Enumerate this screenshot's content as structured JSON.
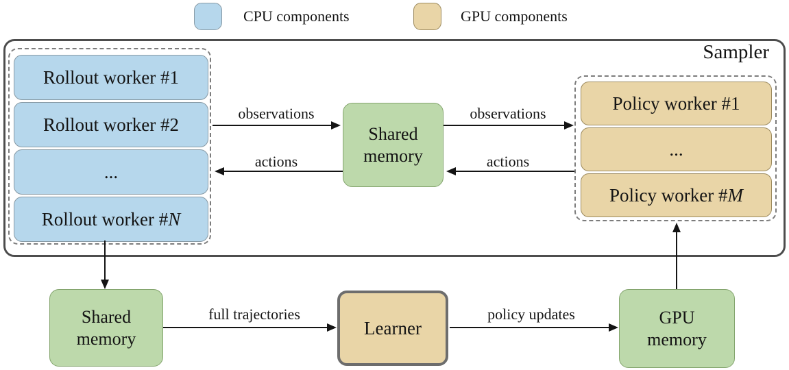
{
  "legend": {
    "cpu": {
      "label": "CPU components"
    },
    "gpu": {
      "label": "GPU components"
    }
  },
  "sampler": {
    "title": "Sampler",
    "rollout_workers": [
      {
        "prefix": "Rollout worker #",
        "var": "1",
        "var_class": "var-upright"
      },
      {
        "prefix": "Rollout worker #",
        "var": "2",
        "var_class": "var-upright"
      },
      {
        "prefix": "...",
        "var": "",
        "var_class": "var-upright"
      },
      {
        "prefix": "Rollout worker #",
        "var": "N",
        "var_class": "var-italic"
      }
    ],
    "policy_workers": [
      {
        "prefix": "Policy worker #",
        "var": "1",
        "var_class": "var-upright"
      },
      {
        "prefix": "...",
        "var": "",
        "var_class": "var-upright"
      },
      {
        "prefix": "Policy worker #",
        "var": "M",
        "var_class": "var-italic"
      }
    ],
    "shared_memory_label": "Shared memory",
    "arrows": {
      "obs_left": "observations",
      "act_left": "actions",
      "obs_right": "observations",
      "act_right": "actions"
    }
  },
  "bottom": {
    "shared_memory_label": "Shared memory",
    "learner_label": "Learner",
    "gpu_memory_label": "GPU memory",
    "full_trajectories": "full trajectories",
    "policy_updates": "policy updates"
  },
  "colors": {
    "cpu_fill": "#b6d7ec",
    "cpu_border": "#8799a4",
    "gpu_fill": "#e9d5a7",
    "gpu_border": "#9c8a5e",
    "memory_fill": "#bdd9ab",
    "memory_border": "#84a56e",
    "sampler_border": "#4d4d4d",
    "dashed_border": "#7c7c7c",
    "learner_border": "#6d6d6d",
    "arrow": "#141414"
  }
}
